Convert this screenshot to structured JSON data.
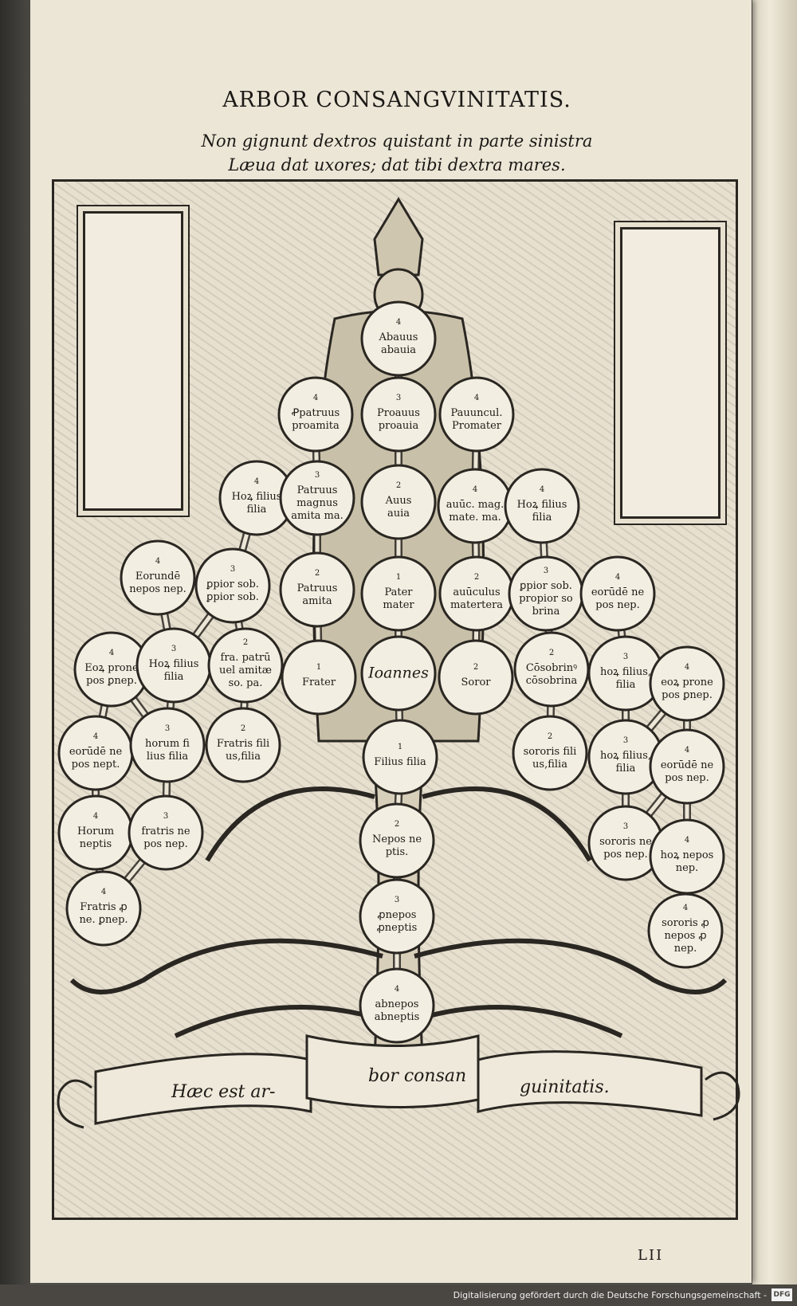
{
  "document": {
    "title": "ARBOR CONSANGVINITATIS.",
    "verse_1": "Non gignunt dextros quistant in parte sinistra",
    "verse_2": "Læua dat uxores; dat tibi dextra mares.",
    "folio": "LII",
    "banner": {
      "left": "Hæc est ar-",
      "middle": "bor consan",
      "right": "guinitatis."
    }
  },
  "footer": {
    "text": "Digitalisierung gefördert durch die Deutsche Forschungsgemeinschaft -",
    "logo": "DFG"
  },
  "nodes": [
    {
      "id": "n1",
      "num": "4",
      "lines": [
        "Abauus",
        "abauia"
      ]
    },
    {
      "id": "n2",
      "num": "4",
      "lines": [
        "Ꝓpatruus",
        "proamita"
      ]
    },
    {
      "id": "n3",
      "num": "3",
      "lines": [
        "Proauus",
        "proauia"
      ]
    },
    {
      "id": "n4",
      "num": "4",
      "lines": [
        "Pauuncul.",
        "Promater"
      ]
    },
    {
      "id": "n5",
      "num": "4",
      "lines": [
        "Hoꝝ filius",
        "filia"
      ]
    },
    {
      "id": "n6",
      "num": "3",
      "lines": [
        "Patruus",
        "magnus",
        "amita ma."
      ]
    },
    {
      "id": "n7",
      "num": "2",
      "lines": [
        "Auus",
        "auia"
      ]
    },
    {
      "id": "n8",
      "num": "4",
      "lines": [
        "auūc. mag.",
        "mate. ma."
      ]
    },
    {
      "id": "n9",
      "num": "4",
      "lines": [
        "Hoꝝ filius",
        "filia"
      ]
    },
    {
      "id": "n10",
      "num": "4",
      "lines": [
        "Eorundē",
        "nepos nep."
      ]
    },
    {
      "id": "n11",
      "num": "3",
      "lines": [
        "ꝑpior sob.",
        "ꝑpior sob."
      ]
    },
    {
      "id": "n12",
      "num": "2",
      "lines": [
        "Patruus",
        "amita"
      ]
    },
    {
      "id": "n13",
      "num": "1",
      "lines": [
        "Pater",
        "mater"
      ]
    },
    {
      "id": "n14",
      "num": "2",
      "lines": [
        "auūculus",
        "matertera"
      ]
    },
    {
      "id": "n15",
      "num": "3",
      "lines": [
        "ꝑpior sob.",
        "propior so",
        "brina"
      ]
    },
    {
      "id": "n16",
      "num": "4",
      "lines": [
        "eorūdē ne",
        "pos nep."
      ]
    },
    {
      "id": "n17",
      "num": "4",
      "lines": [
        "Eoꝝ prone",
        "pos ꝑnep."
      ]
    },
    {
      "id": "n18",
      "num": "3",
      "lines": [
        "Hoꝝ filius",
        "filia"
      ]
    },
    {
      "id": "n19",
      "num": "2",
      "lines": [
        "fra. patrū",
        "uel amitæ",
        "so. pa."
      ]
    },
    {
      "id": "n20",
      "num": "1",
      "lines": [
        "Frater"
      ]
    },
    {
      "id": "n21",
      "num": "",
      "lines": [
        "Ioannes"
      ]
    },
    {
      "id": "n22",
      "num": "2",
      "lines": [
        "Soror"
      ]
    },
    {
      "id": "n23",
      "num": "2",
      "lines": [
        "Cōsobrinꝰ",
        "cōsobrina"
      ]
    },
    {
      "id": "n24",
      "num": "3",
      "lines": [
        "hoꝝ filius,",
        "filia"
      ]
    },
    {
      "id": "n25",
      "num": "4",
      "lines": [
        "eoꝝ prone",
        "pos ꝑnep."
      ]
    },
    {
      "id": "n26",
      "num": "4",
      "lines": [
        "eorūdē ne",
        "pos nept."
      ]
    },
    {
      "id": "n27",
      "num": "3",
      "lines": [
        "horum fi",
        "lius filia"
      ]
    },
    {
      "id": "n28",
      "num": "2",
      "lines": [
        "Fratris fili",
        "us,filia"
      ]
    },
    {
      "id": "n29",
      "num": "1",
      "lines": [
        "Filius filia"
      ]
    },
    {
      "id": "n30",
      "num": "2",
      "lines": [
        "sororis fili",
        "us,filia"
      ]
    },
    {
      "id": "n31",
      "num": "3",
      "lines": [
        "hoꝝ filius,",
        "filia"
      ]
    },
    {
      "id": "n32",
      "num": "4",
      "lines": [
        "eorūdē ne",
        "pos nep."
      ]
    },
    {
      "id": "n33",
      "num": "4",
      "lines": [
        "Horum",
        "neptis"
      ]
    },
    {
      "id": "n34",
      "num": "3",
      "lines": [
        "fratris ne",
        "pos nep."
      ]
    },
    {
      "id": "n35",
      "num": "2",
      "lines": [
        "Nepos ne",
        "ptis."
      ]
    },
    {
      "id": "n36",
      "num": "3",
      "lines": [
        "sororis ne",
        "pos nep."
      ]
    },
    {
      "id": "n37",
      "num": "4",
      "lines": [
        "hoꝝ nepos",
        "nep."
      ]
    },
    {
      "id": "n38",
      "num": "4",
      "lines": [
        "Fratris ꝓ",
        "ne. ꝑnep."
      ]
    },
    {
      "id": "n39",
      "num": "3",
      "lines": [
        "ꝓnepos",
        "ꝓneptis"
      ]
    },
    {
      "id": "n40",
      "num": "4",
      "lines": [
        "sororis ꝓ",
        "nepos ꝓ",
        "nep."
      ]
    },
    {
      "id": "n41",
      "num": "4",
      "lines": [
        "abnepos",
        "abneptis"
      ]
    }
  ]
}
